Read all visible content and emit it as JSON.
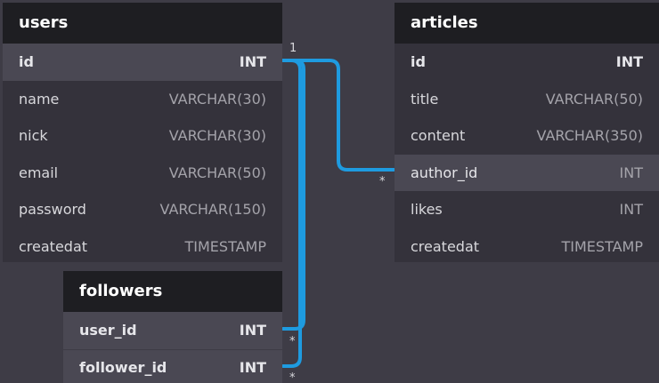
{
  "tables": {
    "users": {
      "name": "users",
      "columns": [
        {
          "name": "id",
          "type": "INT"
        },
        {
          "name": "name",
          "type": "VARCHAR(30)"
        },
        {
          "name": "nick",
          "type": "VARCHAR(30)"
        },
        {
          "name": "email",
          "type": "VARCHAR(50)"
        },
        {
          "name": "password",
          "type": "VARCHAR(150)"
        },
        {
          "name": "createdat",
          "type": "TIMESTAMP"
        }
      ]
    },
    "articles": {
      "name": "articles",
      "columns": [
        {
          "name": "id",
          "type": "INT"
        },
        {
          "name": "title",
          "type": "VARCHAR(50)"
        },
        {
          "name": "content",
          "type": "VARCHAR(350)"
        },
        {
          "name": "author_id",
          "type": "INT"
        },
        {
          "name": "likes",
          "type": "INT"
        },
        {
          "name": "createdat",
          "type": "TIMESTAMP"
        }
      ]
    },
    "followers": {
      "name": "followers",
      "columns": [
        {
          "name": "user_id",
          "type": "INT"
        },
        {
          "name": "follower_id",
          "type": "INT"
        }
      ]
    }
  },
  "relations": {
    "color": "#1e9be0",
    "users_articles": {
      "from_card": "1",
      "to_card": "*"
    },
    "users_followers_user": {
      "to_card": "*"
    },
    "users_followers_follower": {
      "to_card": "*"
    }
  }
}
